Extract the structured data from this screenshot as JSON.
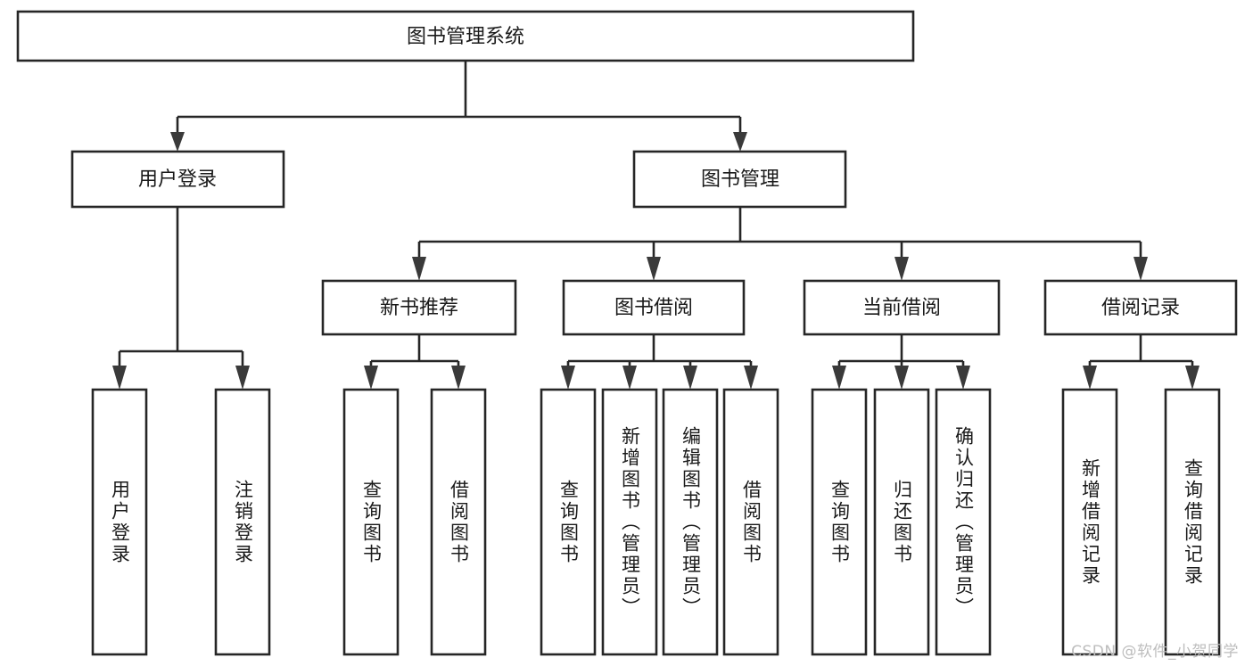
{
  "diagram": {
    "type": "tree",
    "title": "图书管理系统",
    "orientation": "top-down",
    "root": {
      "label": "图书管理系统",
      "level": 0
    },
    "levels": [
      {
        "level": 1,
        "nodes": [
          "用户登录",
          "图书管理"
        ]
      },
      {
        "level": 2,
        "nodes": [
          "新书推荐",
          "图书借阅",
          "当前借阅",
          "借阅记录"
        ]
      },
      {
        "level": 3,
        "nodes": [
          "用户登录",
          "注销登录",
          "查询图书",
          "借阅图书",
          "查询图书",
          "新增图书（管理员）",
          "编辑图书（管理员）",
          "借阅图书",
          "查询图书",
          "归还图书",
          "确认归还（管理员）",
          "新增借阅记录",
          "查询借阅记录"
        ]
      }
    ],
    "nodes": {
      "root": {
        "label": "图书管理系统"
      },
      "user_login": {
        "label": "用户登录"
      },
      "book_manage": {
        "label": "图书管理"
      },
      "new_book_rec": {
        "label": "新书推荐"
      },
      "book_borrow": {
        "label": "图书借阅"
      },
      "current_borrow": {
        "label": "当前借阅"
      },
      "borrow_record": {
        "label": "借阅记录"
      },
      "leaf_user_login": {
        "label": "用户登录"
      },
      "leaf_logout": {
        "label": "注销登录"
      },
      "leaf_query_book_1": {
        "label": "查询图书"
      },
      "leaf_borrow_book_1": {
        "label": "借阅图书"
      },
      "leaf_query_book_2": {
        "label": "查询图书"
      },
      "leaf_add_book": {
        "label": "新增图书（管理员）"
      },
      "leaf_edit_book": {
        "label": "编辑图书（管理员）"
      },
      "leaf_borrow_book_2": {
        "label": "借阅图书"
      },
      "leaf_query_book_3": {
        "label": "查询图书"
      },
      "leaf_return_book": {
        "label": "归还图书"
      },
      "leaf_confirm_return": {
        "label": "确认归还（管理员）"
      },
      "leaf_add_record": {
        "label": "新增借阅记录"
      },
      "leaf_query_record": {
        "label": "查询借阅记录"
      }
    },
    "edges": [
      {
        "from": "root",
        "to": "user_login"
      },
      {
        "from": "root",
        "to": "book_manage"
      },
      {
        "from": "user_login",
        "to": "leaf_user_login"
      },
      {
        "from": "user_login",
        "to": "leaf_logout"
      },
      {
        "from": "book_manage",
        "to": "new_book_rec"
      },
      {
        "from": "book_manage",
        "to": "book_borrow"
      },
      {
        "from": "book_manage",
        "to": "current_borrow"
      },
      {
        "from": "book_manage",
        "to": "borrow_record"
      },
      {
        "from": "new_book_rec",
        "to": "leaf_query_book_1"
      },
      {
        "from": "new_book_rec",
        "to": "leaf_borrow_book_1"
      },
      {
        "from": "book_borrow",
        "to": "leaf_query_book_2"
      },
      {
        "from": "book_borrow",
        "to": "leaf_add_book"
      },
      {
        "from": "book_borrow",
        "to": "leaf_edit_book"
      },
      {
        "from": "book_borrow",
        "to": "leaf_borrow_book_2"
      },
      {
        "from": "current_borrow",
        "to": "leaf_query_book_3"
      },
      {
        "from": "current_borrow",
        "to": "leaf_return_book"
      },
      {
        "from": "current_borrow",
        "to": "leaf_confirm_return"
      },
      {
        "from": "borrow_record",
        "to": "leaf_add_record"
      },
      {
        "from": "borrow_record",
        "to": "leaf_query_record"
      }
    ],
    "colors": {
      "box_stroke": "#262626",
      "box_fill": "#ffffff",
      "text": "#1a1a1a",
      "arrow": "#3a3a3a",
      "background": "#ffffff",
      "watermark": "#bdbdbd"
    }
  },
  "watermark": {
    "text": "CSDN @软件_小贺同学"
  }
}
